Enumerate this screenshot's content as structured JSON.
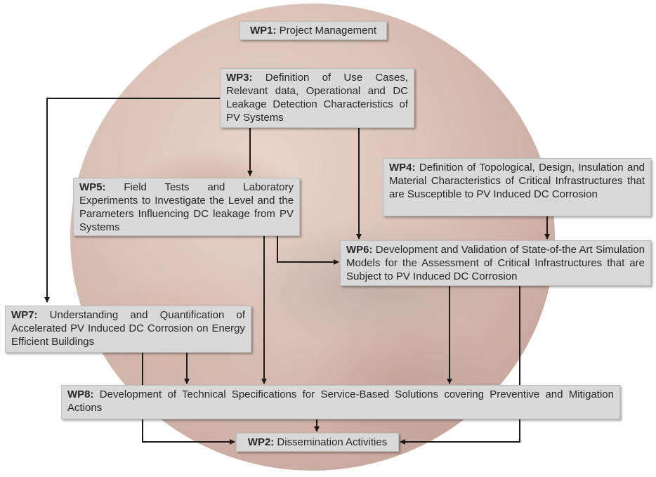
{
  "work_packages": {
    "wp1": {
      "code": "WP1:",
      "title": "Project Management"
    },
    "wp3": {
      "code": "WP3:",
      "title": "Definition of Use Cases, Relevant data, Operational and DC Leakage Detection Characteristics of PV Systems"
    },
    "wp4": {
      "code": "WP4:",
      "title": "Definition of Topological, Design, Insulation and Material Characteristics of Critical Infrastructures that are Susceptible to PV Induced DC Corrosion"
    },
    "wp5": {
      "code": "WP5:",
      "title": "Field Tests and Laboratory Experiments to Investigate the Level and the Parameters Influencing DC leakage from PV Systems"
    },
    "wp6": {
      "code": "WP6:",
      "title": "Development and Validation of State-of-the Art Simulation Models for the Assessment of Critical Infrastructures that are Subject to PV Induced DC Corrosion"
    },
    "wp7": {
      "code": "WP7:",
      "title": "Understanding and Quantification of Accelerated PV Induced DC Corrosion on Energy Efficient Buildings"
    },
    "wp8": {
      "code": "WP8:",
      "title": "Development of Technical Specifications for Service-Based Solutions covering Preventive and Mitigation Actions"
    },
    "wp2": {
      "code": "WP2:",
      "title": "Dissemination Activities"
    }
  },
  "colors": {
    "box_fill": "#d9d9d9",
    "box_text": "#262626",
    "arrow": "#1a1a1a"
  }
}
